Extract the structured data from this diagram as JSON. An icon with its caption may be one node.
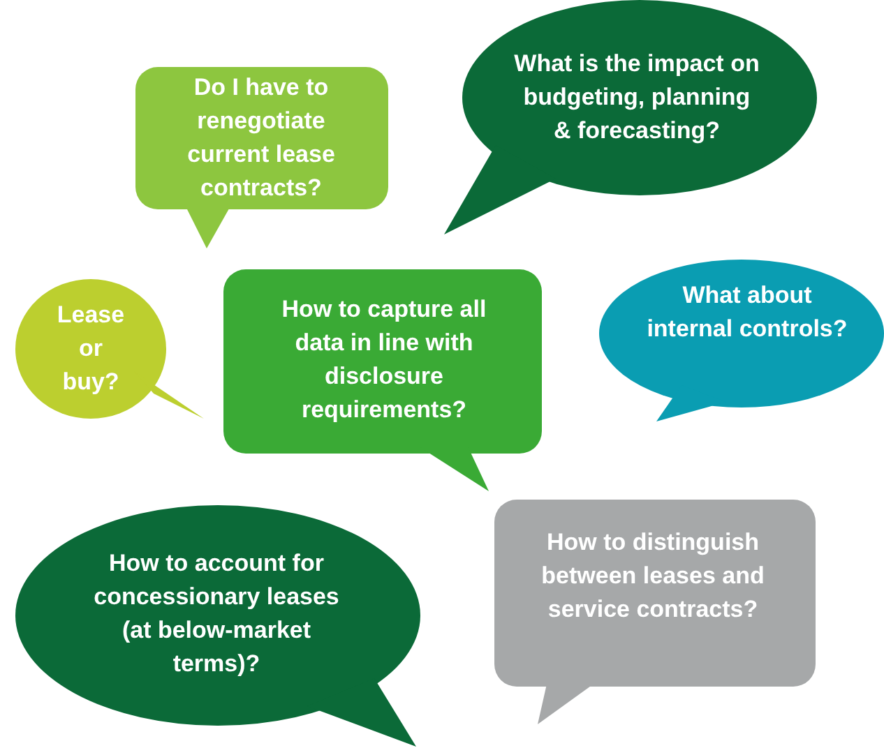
{
  "diagram": {
    "nodes": [
      {
        "text": [
          "Do I have to renegotiate current lease contracts?"
        ]
      },
      {
        "text": [
          "What is the impact on budgeting, planning & forecasting?"
        ]
      },
      {
        "text": [
          "Lease or buy?"
        ]
      },
      {
        "text": [
          "How to capture all data in line with disclosure requirements?"
        ]
      },
      {
        "text": [
          "What about internal controls?"
        ]
      },
      {
        "text": [
          "How to account for concessionary leases (at below-market terms)?"
        ]
      },
      {
        "text": [
          "How to distinguish between leases and service contracts?"
        ]
      }
    ]
  }
}
